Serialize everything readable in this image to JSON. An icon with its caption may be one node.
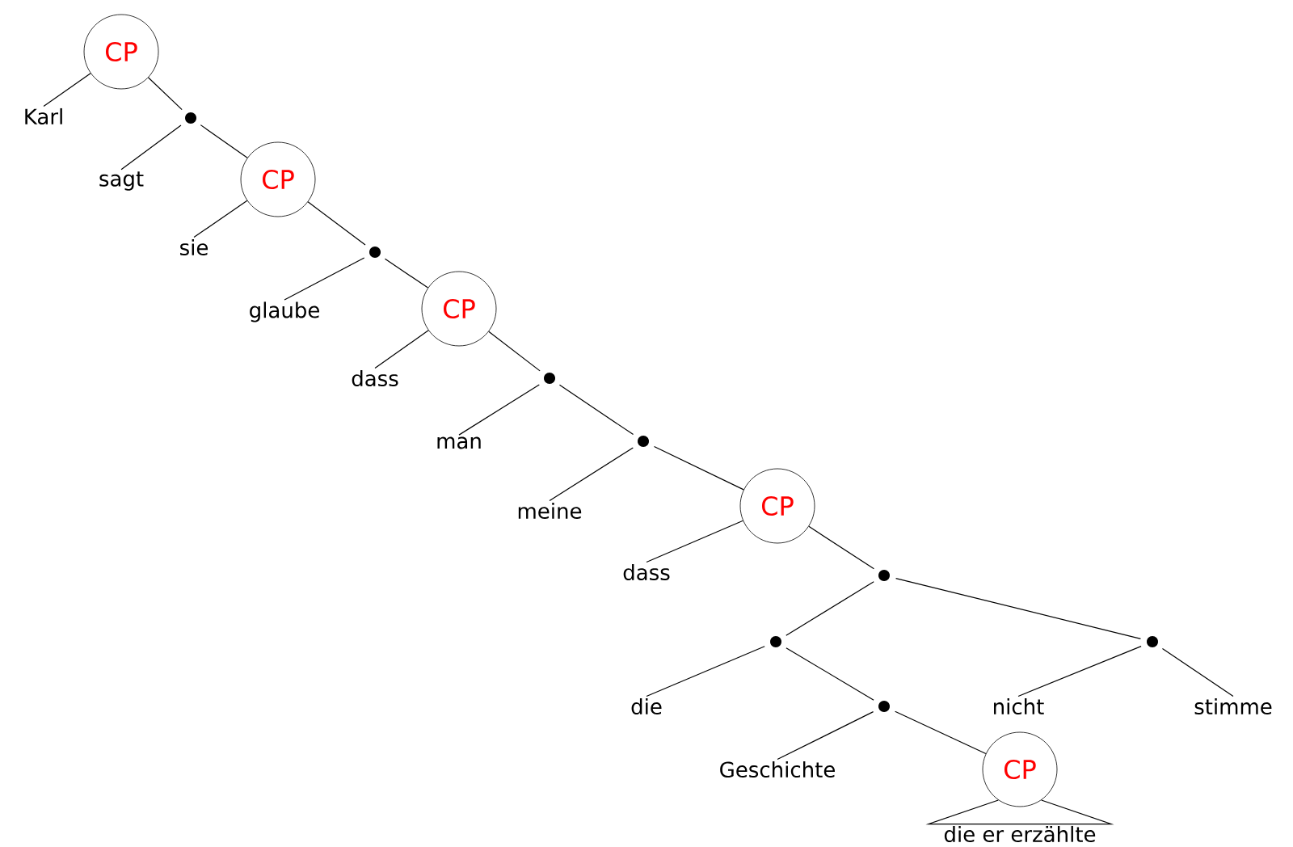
{
  "diagram": {
    "nodes": [
      {
        "text": [
          "CP"
        ]
      },
      {
        "text": [
          "Karl"
        ]
      },
      {
        "text": [],
        "shape": "circle"
      },
      {
        "text": [
          "sagt"
        ]
      },
      {
        "text": [
          "CP"
        ]
      },
      {
        "text": [
          "sie"
        ]
      },
      {
        "text": [],
        "shape": "circle"
      },
      {
        "text": [
          "glaube"
        ]
      },
      {
        "text": [
          "CP"
        ]
      },
      {
        "text": [
          "dass"
        ]
      },
      {
        "text": [],
        "shape": "circle"
      },
      {
        "text": [
          "man"
        ]
      },
      {
        "text": [],
        "shape": "circle"
      },
      {
        "text": [
          "meine"
        ]
      },
      {
        "text": [
          "CP"
        ]
      },
      {
        "text": [
          "dass"
        ]
      },
      {
        "text": [],
        "shape": "circle"
      },
      {
        "text": [],
        "shape": "circle"
      },
      {
        "text": [],
        "shape": "circle"
      },
      {
        "text": [
          "die"
        ]
      },
      {
        "text": [],
        "shape": "circle"
      },
      {
        "text": [
          "nicht"
        ]
      },
      {
        "text": [
          "stimme"
        ]
      },
      {
        "text": [
          "Geschichte"
        ]
      },
      {
        "text": [
          "CP"
        ]
      },
      {
        "text": [
          "die er erzählte"
        ]
      }
    ],
    "edges": [
      {
        "from": 0,
        "to": 1,
        "arrow": "none"
      },
      {
        "from": 0,
        "to": 2,
        "arrow": "none"
      },
      {
        "from": 2,
        "to": 3,
        "arrow": "none"
      },
      {
        "from": 2,
        "to": 4,
        "arrow": "none"
      },
      {
        "from": 4,
        "to": 5,
        "arrow": "none"
      },
      {
        "from": 4,
        "to": 6,
        "arrow": "none"
      },
      {
        "from": 6,
        "to": 7,
        "arrow": "none"
      },
      {
        "from": 6,
        "to": 8,
        "arrow": "none"
      },
      {
        "from": 8,
        "to": 9,
        "arrow": "none"
      },
      {
        "from": 8,
        "to": 10,
        "arrow": "none"
      },
      {
        "from": 10,
        "to": 11,
        "arrow": "none"
      },
      {
        "from": 10,
        "to": 12,
        "arrow": "none"
      },
      {
        "from": 12,
        "to": 13,
        "arrow": "none"
      },
      {
        "from": 12,
        "to": 14,
        "arrow": "none"
      },
      {
        "from": 14,
        "to": 15,
        "arrow": "none"
      },
      {
        "from": 14,
        "to": 16,
        "arrow": "none"
      },
      {
        "from": 16,
        "to": 17,
        "arrow": "none"
      },
      {
        "from": 16,
        "to": 18,
        "arrow": "none"
      },
      {
        "from": 17,
        "to": 19,
        "arrow": "none"
      },
      {
        "from": 17,
        "to": 20,
        "arrow": "none"
      },
      {
        "from": 18,
        "to": 21,
        "arrow": "none"
      },
      {
        "from": 18,
        "to": 22,
        "arrow": "none"
      },
      {
        "from": 20,
        "to": 23,
        "arrow": "none"
      },
      {
        "from": 20,
        "to": 24,
        "arrow": "none"
      },
      {
        "from": 24,
        "to": 25,
        "arrow": "none"
      }
    ]
  }
}
